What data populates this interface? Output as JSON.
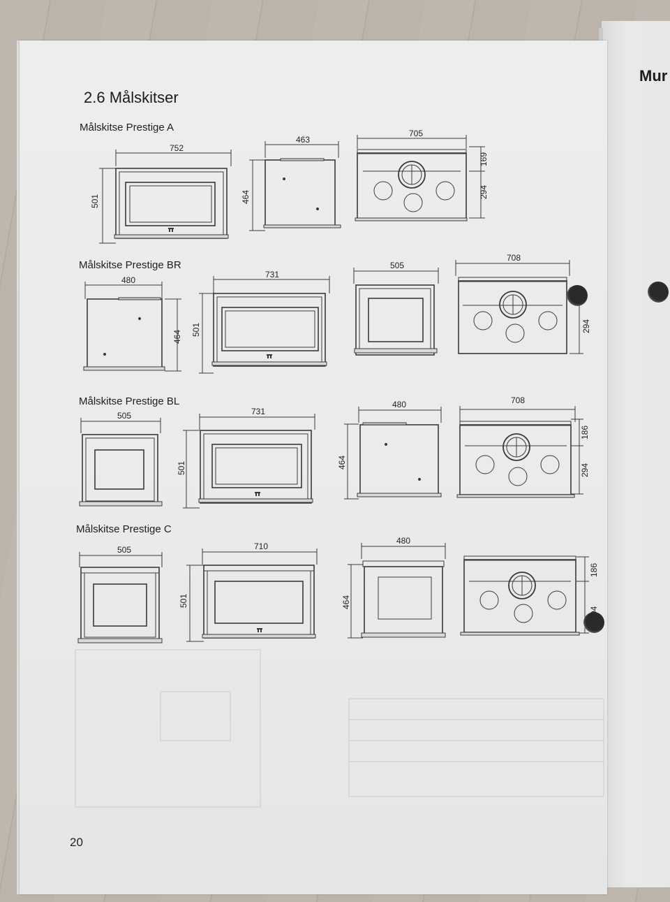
{
  "heading": "2.6 Målskitser",
  "right_heading_fragment": "Mur",
  "page_number": "20",
  "sections": [
    {
      "label": "Målskitse Prestige A",
      "dims": {
        "front_width": "752",
        "front_height": "501",
        "side_width": "463",
        "side_height": "464",
        "top_width": "705",
        "top_depth_a": "169",
        "top_depth_b": "294"
      }
    },
    {
      "label": "Målskitse Prestige BR",
      "dims": {
        "side_width": "480",
        "side_height": "464",
        "front_width": "731",
        "front_height": "501",
        "end_width": "505",
        "top_width": "708",
        "top_depth": "294"
      }
    },
    {
      "label": "Målskitse Prestige BL",
      "dims": {
        "end_width": "505",
        "front_width": "731",
        "front_height": "501",
        "side_width": "480",
        "side_height": "464",
        "top_width": "708",
        "top_depth_a": "186",
        "top_depth_b": "294"
      }
    },
    {
      "label": "Målskitse Prestige C",
      "dims": {
        "end_width": "505",
        "front_width": "710",
        "front_height": "501",
        "side_width": "480",
        "side_height": "464",
        "top_depth_a": "186",
        "top_depth_b": "94"
      }
    }
  ]
}
